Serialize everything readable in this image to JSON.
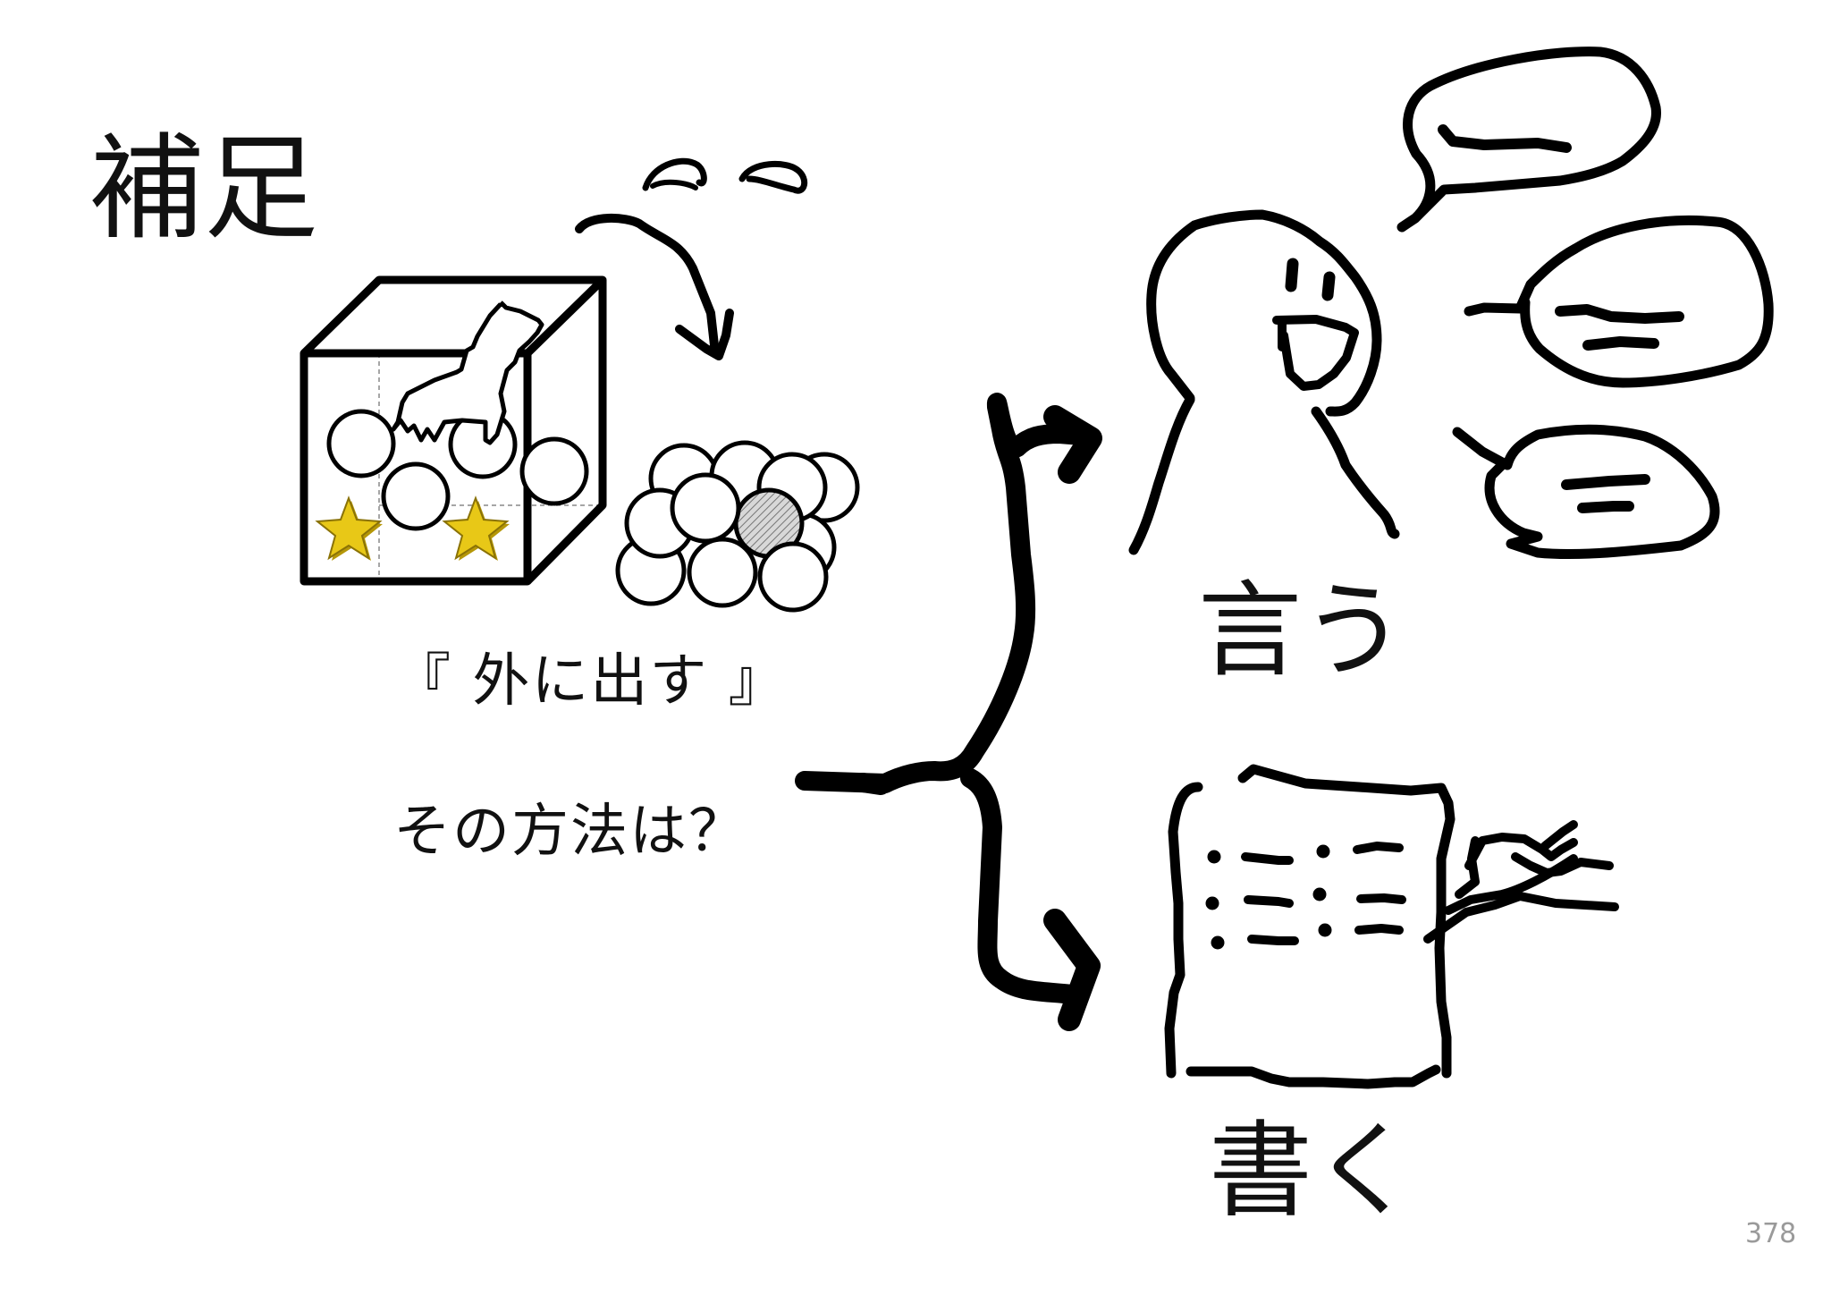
{
  "slide": {
    "title": "補足",
    "question_line1": "『 外に出す 』",
    "question_line2": "その方法は？",
    "option_say": "言う",
    "option_write": "書く",
    "page_number": "378"
  },
  "colors": {
    "ink": "#000000",
    "star": "#e8c817",
    "star_shade": "#b59708",
    "hatched_ball": "#9a9a9a",
    "page_number": "#9a9a9a"
  },
  "icons": [
    "box-of-balls-icon",
    "hand-icon",
    "star-icon",
    "ball-cluster-icon",
    "brace-arrow-icon",
    "person-speaking-icon",
    "speech-bubble-icon",
    "paper-icon",
    "pen-hand-icon"
  ]
}
